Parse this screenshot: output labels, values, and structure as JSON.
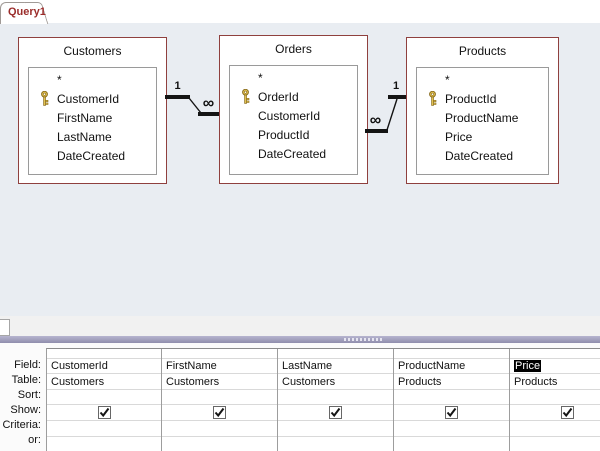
{
  "tab": {
    "title": "Query1"
  },
  "entities": {
    "customers": {
      "title": "Customers",
      "fields": [
        "*",
        "CustomerId",
        "FirstName",
        "LastName",
        "DateCreated"
      ],
      "primary_key": "CustomerId"
    },
    "orders": {
      "title": "Orders",
      "fields": [
        "*",
        "OrderId",
        "CustomerId",
        "ProductId",
        "DateCreated"
      ],
      "primary_key": "OrderId"
    },
    "products": {
      "title": "Products",
      "fields": [
        "*",
        "ProductId",
        "ProductName",
        "Price",
        "DateCreated"
      ],
      "primary_key": "ProductId"
    }
  },
  "joins": [
    {
      "from_table": "Customers",
      "to_table": "Orders",
      "from_label": "1",
      "to_label": "∞"
    },
    {
      "from_table": "Orders",
      "to_table": "Products",
      "from_label": "∞",
      "to_label": "1"
    }
  ],
  "grid": {
    "row_labels": [
      "Field:",
      "Table:",
      "Sort:",
      "Show:",
      "Criteria:",
      "or:"
    ],
    "columns": [
      {
        "field": "CustomerId",
        "table": "Customers",
        "sort": "",
        "show": true,
        "criteria": "",
        "or": "",
        "selected": false
      },
      {
        "field": "FirstName",
        "table": "Customers",
        "sort": "",
        "show": true,
        "criteria": "",
        "or": "",
        "selected": false
      },
      {
        "field": "LastName",
        "table": "Customers",
        "sort": "",
        "show": true,
        "criteria": "",
        "or": "",
        "selected": false
      },
      {
        "field": "ProductName",
        "table": "Products",
        "sort": "",
        "show": true,
        "criteria": "",
        "or": "",
        "selected": false
      },
      {
        "field": "Price",
        "table": "Products",
        "sort": "",
        "show": true,
        "criteria": "",
        "or": "",
        "selected": true
      }
    ]
  },
  "colors": {
    "tab_text": "#9b2d2b",
    "card_border": "#8f403e",
    "diagram_bg": "#e9edf2",
    "splitter": "#9795b5",
    "key_gold": "#e3c24f",
    "selection_bg": "#000000",
    "selection_text": "#ffffff"
  },
  "icons": {
    "primary_key": "key-icon",
    "show_check": "checkmark-icon",
    "splitter_grip": "grip-dots-icon"
  }
}
